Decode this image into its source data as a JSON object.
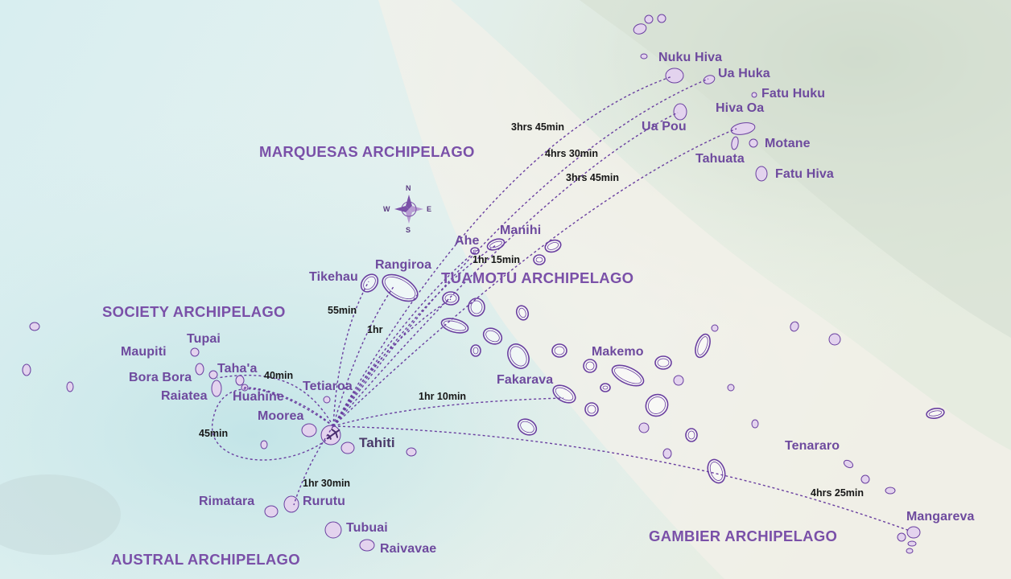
{
  "colors": {
    "route": "#6a3fa0",
    "island_fill": "#e3d3ee",
    "island_stroke": "#6a3fa0",
    "label": "#6e4a9e",
    "time_label": "#161616"
  },
  "archipelagos": [
    {
      "id": "marquesas",
      "name": "MARQUESAS ARCHIPELAGO"
    },
    {
      "id": "tuamotu",
      "name": "TUAMOTU ARCHIPELAGO"
    },
    {
      "id": "society",
      "name": "SOCIETY ARCHIPELAGO"
    },
    {
      "id": "gambier",
      "name": "GAMBIER ARCHIPELAGO"
    },
    {
      "id": "austral",
      "name": "AUSTRAL ARCHIPELAGO"
    }
  ],
  "islands": [
    {
      "id": "nuku-hiva",
      "name": "Nuku Hiva"
    },
    {
      "id": "ua-huka",
      "name": "Ua Huka"
    },
    {
      "id": "fatu-huku",
      "name": "Fatu Huku"
    },
    {
      "id": "hiva-oa",
      "name": "Hiva Oa"
    },
    {
      "id": "ua-pou",
      "name": "Ua Pou"
    },
    {
      "id": "motane",
      "name": "Motane"
    },
    {
      "id": "tahuata",
      "name": "Tahuata"
    },
    {
      "id": "fatu-hiva",
      "name": "Fatu Hiva"
    },
    {
      "id": "manihi",
      "name": "Manihi"
    },
    {
      "id": "ahe",
      "name": "Ahe"
    },
    {
      "id": "rangiroa",
      "name": "Rangiroa"
    },
    {
      "id": "tikehau",
      "name": "Tikehau"
    },
    {
      "id": "tupai",
      "name": "Tupai"
    },
    {
      "id": "maupiti",
      "name": "Maupiti"
    },
    {
      "id": "bora-bora",
      "name": "Bora Bora"
    },
    {
      "id": "tahaa",
      "name": "Taha'a"
    },
    {
      "id": "raiatea",
      "name": "Raiatea"
    },
    {
      "id": "huahine",
      "name": "Huahine"
    },
    {
      "id": "tetiaroa",
      "name": "Tetiaroa"
    },
    {
      "id": "moorea",
      "name": "Moorea"
    },
    {
      "id": "tahiti",
      "name": "Tahiti"
    },
    {
      "id": "makemo",
      "name": "Makemo"
    },
    {
      "id": "fakarava",
      "name": "Fakarava"
    },
    {
      "id": "tenararo",
      "name": "Tenararo"
    },
    {
      "id": "mangareva",
      "name": "Mangareva"
    },
    {
      "id": "rimatara",
      "name": "Rimatara"
    },
    {
      "id": "rurutu",
      "name": "Rurutu"
    },
    {
      "id": "tubuai",
      "name": "Tubuai"
    },
    {
      "id": "raivavae",
      "name": "Raivavae"
    }
  ],
  "flight_times": [
    {
      "id": "to-nuku-hiva",
      "label": "3hrs 45min"
    },
    {
      "id": "to-ua-pou",
      "label": "4hrs 30min"
    },
    {
      "id": "to-hiva-oa",
      "label": "3hrs 45min"
    },
    {
      "id": "to-manihi",
      "label": "1hr 15min"
    },
    {
      "id": "to-tikehau",
      "label": "55min"
    },
    {
      "id": "to-rangiroa",
      "label": "1hr"
    },
    {
      "id": "to-bora-bora",
      "label": "40min"
    },
    {
      "id": "to-raiatea",
      "label": "45min"
    },
    {
      "id": "to-fakarava",
      "label": "1hr 10min"
    },
    {
      "id": "to-rurutu",
      "label": "1hr 30min"
    },
    {
      "id": "to-mangareva",
      "label": "4hrs 25min"
    }
  ],
  "compass": {
    "n": "N",
    "s": "S",
    "e": "E",
    "w": "W"
  }
}
